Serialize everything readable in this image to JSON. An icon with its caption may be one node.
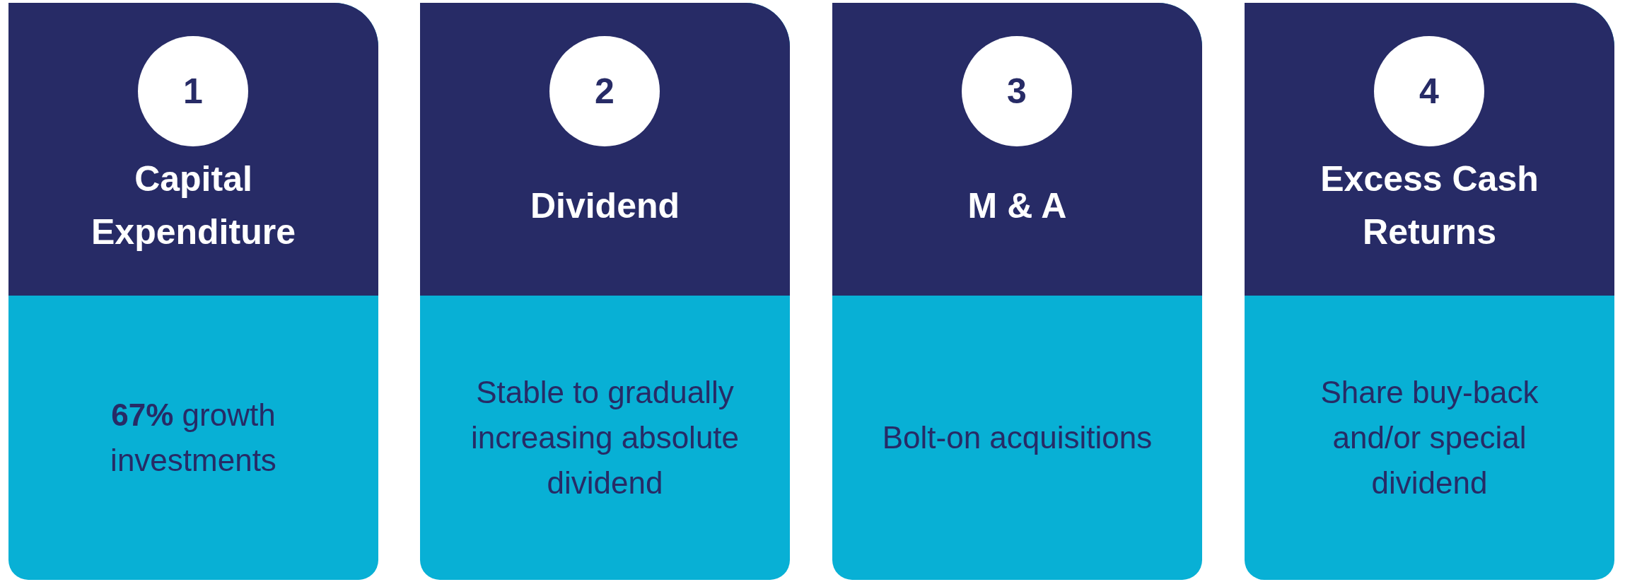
{
  "diagram": {
    "nodes": [
      {
        "text": [
          "Capital Expenditure",
          "**67%** growth investments"
        ]
      },
      {
        "text": [
          "1"
        ],
        "in": 0
      },
      {
        "text": [
          "Dividend",
          "Stable to gradually increasing absolute dividend"
        ]
      },
      {
        "text": [
          "2"
        ],
        "in": 2
      },
      {
        "text": [
          "M & A",
          "Bolt-on acquisitions"
        ]
      },
      {
        "text": [
          "3"
        ],
        "in": 4
      },
      {
        "text": [
          "Excess Cash Returns",
          "Share buy-back and/or special dividend"
        ]
      },
      {
        "text": [
          "4"
        ],
        "in": 6
      }
    ]
  }
}
